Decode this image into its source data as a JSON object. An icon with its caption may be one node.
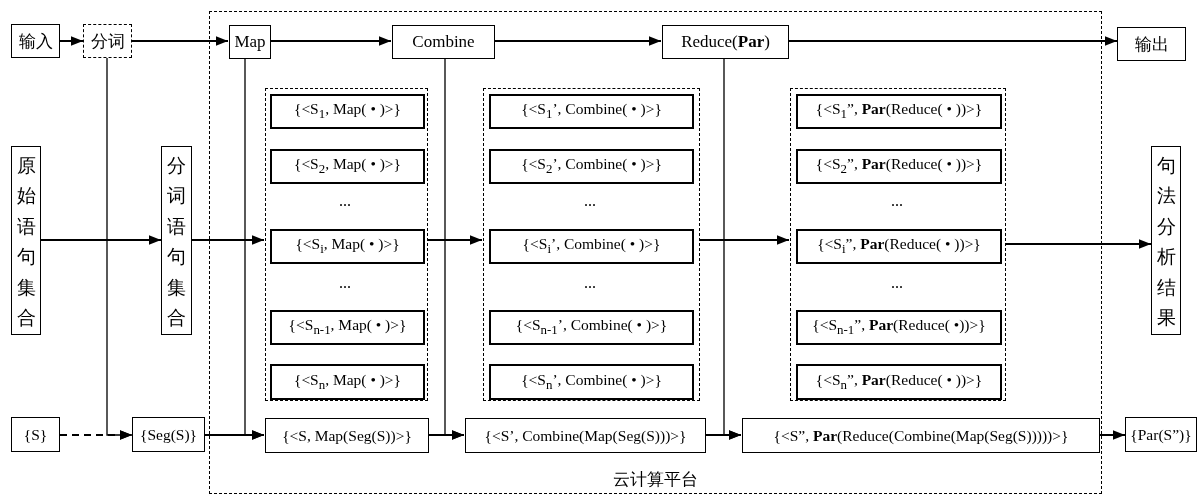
{
  "diagram": {
    "nodes": [
      {
        "text": [
          "输入"
        ]
      },
      {
        "text": [
          "分词"
        ]
      },
      {
        "text": [
          "云计算平台"
        ]
      },
      {
        "text": [
          "Map"
        ],
        "in": 2
      },
      {
        "text": [
          "Combine"
        ],
        "in": 2
      },
      {
        "text": [
          "Reduce(**Par**)"
        ],
        "in": 2
      },
      {
        "text": [
          "输出"
        ]
      },
      {
        "text": [
          "原始语句集合"
        ]
      },
      {
        "text": [
          "分词语句集合"
        ]
      },
      {
        "text": [],
        "shape": "box",
        "in": 2
      },
      {
        "text": [
          "{<S$_{1}$, Map( • )>}"
        ],
        "in": 9
      },
      {
        "text": [
          "{<S$_{2}$, Map( • )>}"
        ],
        "in": 9
      },
      {
        "text": [
          "{<S$_{i}$, Map( • )>}"
        ],
        "in": 9
      },
      {
        "text": [
          "{<S$_{n-1}$, Map( • )>}"
        ],
        "in": 9
      },
      {
        "text": [
          "{<S$_{n}$, Map( • )>}"
        ],
        "in": 9
      },
      {
        "text": [],
        "shape": "box",
        "in": 2
      },
      {
        "text": [
          "{<S$_{1}$’, Combine( • )>}"
        ],
        "in": 15
      },
      {
        "text": [
          "{<S$_{2}$’, Combine( • )>}"
        ],
        "in": 15
      },
      {
        "text": [
          "{<S$_{i}$’, Combine( • )>}"
        ],
        "in": 15
      },
      {
        "text": [
          "{<S$_{n-1}$’, Combine( • )>}"
        ],
        "in": 15
      },
      {
        "text": [
          "{<S$_{n}$’, Combine( • )>}"
        ],
        "in": 15
      },
      {
        "text": [],
        "shape": "box",
        "in": 2
      },
      {
        "text": [
          "{<S$_{1}$”, **Par**(Reduce( • ))>}"
        ],
        "in": 21
      },
      {
        "text": [
          "{<S$_{2}$”, **Par**(Reduce( • ))>}"
        ],
        "in": 21
      },
      {
        "text": [
          "{<S$_{i}$”, **Par**(Reduce( • ))>}"
        ],
        "in": 21
      },
      {
        "text": [
          "{<S$_{n-1}$”, **Par**(Reduce( •))>}"
        ],
        "in": 21
      },
      {
        "text": [
          "{<S$_{n}$”, **Par**(Reduce( • ))>}"
        ],
        "in": 21
      },
      {
        "text": [
          "句法分析结果"
        ]
      },
      {
        "text": [
          "{S}"
        ]
      },
      {
        "text": [
          "{Seg(S)}"
        ]
      },
      {
        "text": [
          "{<S, Map(Seg(S))>}"
        ],
        "in": 2
      },
      {
        "text": [
          "{<S’, Combine(Map(Seg(S)))>}"
        ],
        "in": 2
      },
      {
        "text": [
          "{<S”, **Par**(Reduce(Combine(Map(Seg(S)))))>}"
        ],
        "in": 2
      },
      {
        "text": [
          "{Par(S”)}"
        ]
      }
    ],
    "edges": [
      {
        "from": 0,
        "to": 1,
        "arrow": "to"
      },
      {
        "from": 1,
        "to": 3,
        "arrow": "to"
      },
      {
        "from": 3,
        "to": 4,
        "arrow": "to"
      },
      {
        "from": 4,
        "to": 5,
        "arrow": "to"
      },
      {
        "from": 5,
        "to": 6,
        "arrow": "to"
      },
      {
        "from": 7,
        "to": 8,
        "arrow": "to"
      },
      {
        "from": 8,
        "to": 9,
        "arrow": "to"
      },
      {
        "from": 9,
        "to": 15,
        "arrow": "to"
      },
      {
        "from": 15,
        "to": 21,
        "arrow": "to"
      },
      {
        "from": 21,
        "to": 27,
        "arrow": "to"
      },
      {
        "from": 28,
        "to": 29,
        "arrow": "to",
        "style": "dashed"
      },
      {
        "from": 1,
        "to": 29,
        "arrow": "to"
      },
      {
        "from": 29,
        "to": 30,
        "arrow": "to"
      },
      {
        "from": 3,
        "to": 30,
        "arrow": "to"
      },
      {
        "from": 30,
        "to": 31,
        "arrow": "to"
      },
      {
        "from": 4,
        "to": 31,
        "arrow": "to"
      },
      {
        "from": 31,
        "to": 32,
        "arrow": "to"
      },
      {
        "from": 5,
        "to": 32,
        "arrow": "to"
      },
      {
        "from": 32,
        "to": 33,
        "arrow": "to"
      }
    ],
    "labels": [
      "...",
      "...",
      "...",
      "...",
      "...",
      "..."
    ]
  }
}
